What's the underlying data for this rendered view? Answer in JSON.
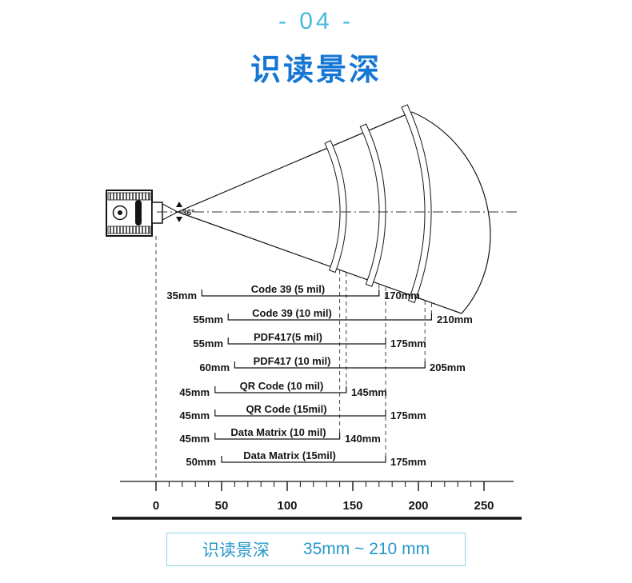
{
  "header": {
    "section_number": "- 04 -",
    "title": "识读景深"
  },
  "diagram": {
    "angle_label": "36°",
    "bars": [
      {
        "name": "Code 39 (5 mil)",
        "near": "35mm",
        "far": "170mm"
      },
      {
        "name": "Code 39 (10 mil)",
        "near": "55mm",
        "far": "210mm"
      },
      {
        "name": "PDF417(5 mil)",
        "near": "55mm",
        "far": "175mm"
      },
      {
        "name": "PDF417 (10 mil)",
        "near": "60mm",
        "far": "205mm"
      },
      {
        "name": "QR Code (10 mil)",
        "near": "45mm",
        "far": "145mm"
      },
      {
        "name": "QR Code (15mil)",
        "near": "45mm",
        "far": "175mm"
      },
      {
        "name": "Data Matrix (10 mil)",
        "near": "45mm",
        "far": "140mm"
      },
      {
        "name": "Data Matrix (15mil)",
        "near": "50mm",
        "far": "175mm"
      }
    ],
    "ruler_labels": [
      "0",
      "50",
      "100",
      "150",
      "200",
      "250"
    ]
  },
  "footer": {
    "label": "识读景深",
    "value": "35mm ~ 210 mm"
  },
  "colors": {
    "title_blue": "#1577d3",
    "accent_cyan": "#48b9dc",
    "footer_blue": "#2598cb",
    "footer_border": "#93d2e8"
  }
}
